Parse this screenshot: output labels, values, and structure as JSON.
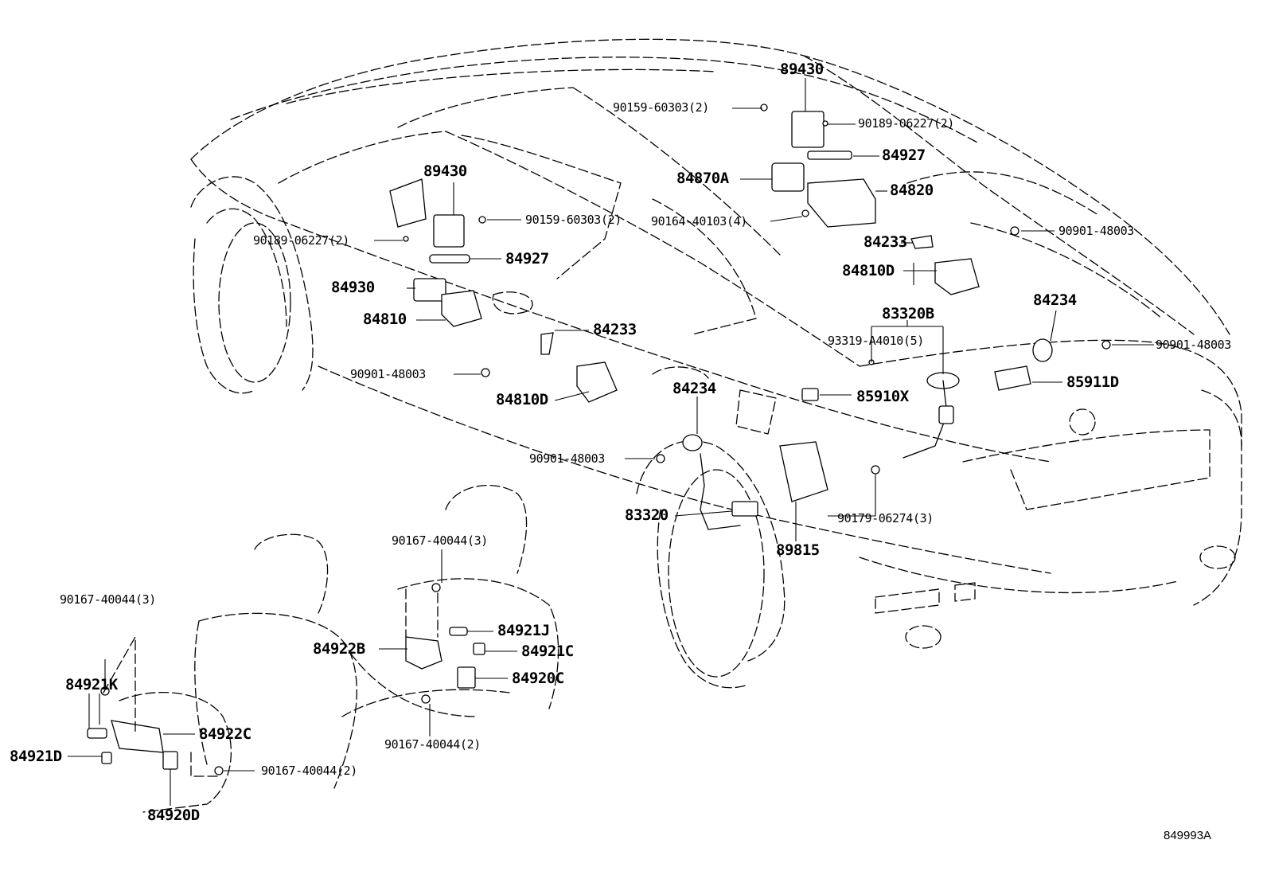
{
  "diagram": {
    "reference": "849993A",
    "callouts": [
      {
        "id": "c1",
        "text": "89430"
      },
      {
        "id": "c2",
        "text": "90159-60303(2)"
      },
      {
        "id": "c3",
        "text": "90189-06227(2)"
      },
      {
        "id": "c4",
        "text": "84927"
      },
      {
        "id": "c5",
        "text": "84870A"
      },
      {
        "id": "c6",
        "text": "84820"
      },
      {
        "id": "c7",
        "text": "90164-40103(4)"
      },
      {
        "id": "c8",
        "text": "84233"
      },
      {
        "id": "c9",
        "text": "90901-48003"
      },
      {
        "id": "c10",
        "text": "84810D"
      },
      {
        "id": "c11",
        "text": "89430"
      },
      {
        "id": "c12",
        "text": "90159-60303(2)"
      },
      {
        "id": "c13",
        "text": "90189-06227(2)"
      },
      {
        "id": "c14",
        "text": "84927"
      },
      {
        "id": "c15",
        "text": "84930"
      },
      {
        "id": "c16",
        "text": "84810"
      },
      {
        "id": "c17",
        "text": "84233"
      },
      {
        "id": "c18",
        "text": "90901-48003"
      },
      {
        "id": "c19",
        "text": "84810D"
      },
      {
        "id": "c20",
        "text": "83320B"
      },
      {
        "id": "c21",
        "text": "93319-A4010(5)"
      },
      {
        "id": "c22",
        "text": "84234"
      },
      {
        "id": "c23",
        "text": "90901-48003"
      },
      {
        "id": "c24",
        "text": "85911D"
      },
      {
        "id": "c25",
        "text": "84234"
      },
      {
        "id": "c26",
        "text": "85910X"
      },
      {
        "id": "c27",
        "text": "90901-48003"
      },
      {
        "id": "c28",
        "text": "83320"
      },
      {
        "id": "c29",
        "text": "90179-06274(3)"
      },
      {
        "id": "c30",
        "text": "89815"
      },
      {
        "id": "c31",
        "text": "90167-40044(3)"
      },
      {
        "id": "c32",
        "text": "90167-40044(3)"
      },
      {
        "id": "c33",
        "text": "84921J"
      },
      {
        "id": "c34",
        "text": "84922B"
      },
      {
        "id": "c35",
        "text": "84921C"
      },
      {
        "id": "c36",
        "text": "84920C"
      },
      {
        "id": "c37",
        "text": "84921K"
      },
      {
        "id": "c38",
        "text": "90167-40044(2)"
      },
      {
        "id": "c39",
        "text": "84922C"
      },
      {
        "id": "c40",
        "text": "84921D"
      },
      {
        "id": "c41",
        "text": "90167-40044(2)"
      },
      {
        "id": "c42",
        "text": "84920D"
      }
    ]
  }
}
